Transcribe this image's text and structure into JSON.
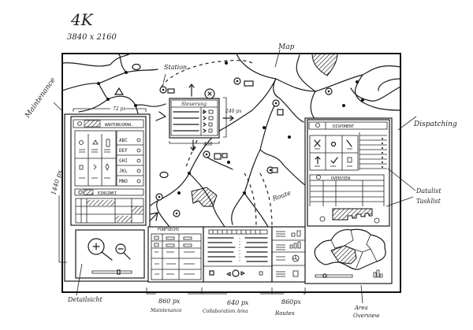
{
  "header": {
    "title": "4K",
    "resolution": "3840 x 2160"
  },
  "annotations": {
    "maintenance": "Maintenance",
    "height": "1440 px",
    "map": "Map",
    "station": "Station",
    "dispatching": "Dispatching",
    "datalist": "Datalist",
    "tasklist": "Tasklist",
    "route": "Route",
    "detailsicht": "Detailsicht",
    "area_overview_1": "Area",
    "area_overview_2": "Overview",
    "width_72": "72 px",
    "width_240": "240 px",
    "width_400": "400"
  },
  "dimensions": [
    {
      "size": "860 px",
      "label": "Maintenance"
    },
    {
      "size": "640 px",
      "label": "Collaboration Area"
    },
    {
      "size": "860px",
      "label": "Routes"
    }
  ],
  "maintenance_panel": {
    "title": "WARTUNGSMAN.",
    "list_items": [
      "ABC",
      "DEF",
      "GHI",
      "JKL",
      "MNO"
    ],
    "section2_title": "EINSZWEI"
  },
  "steuerung_popup": {
    "title": "Steuerung"
  },
  "fuenfsechs_panel": {
    "title": "FÜNFSECHS"
  },
  "dispatch_panel": {
    "title": "DISPONENT",
    "overview_title": "OVERVIEW"
  }
}
